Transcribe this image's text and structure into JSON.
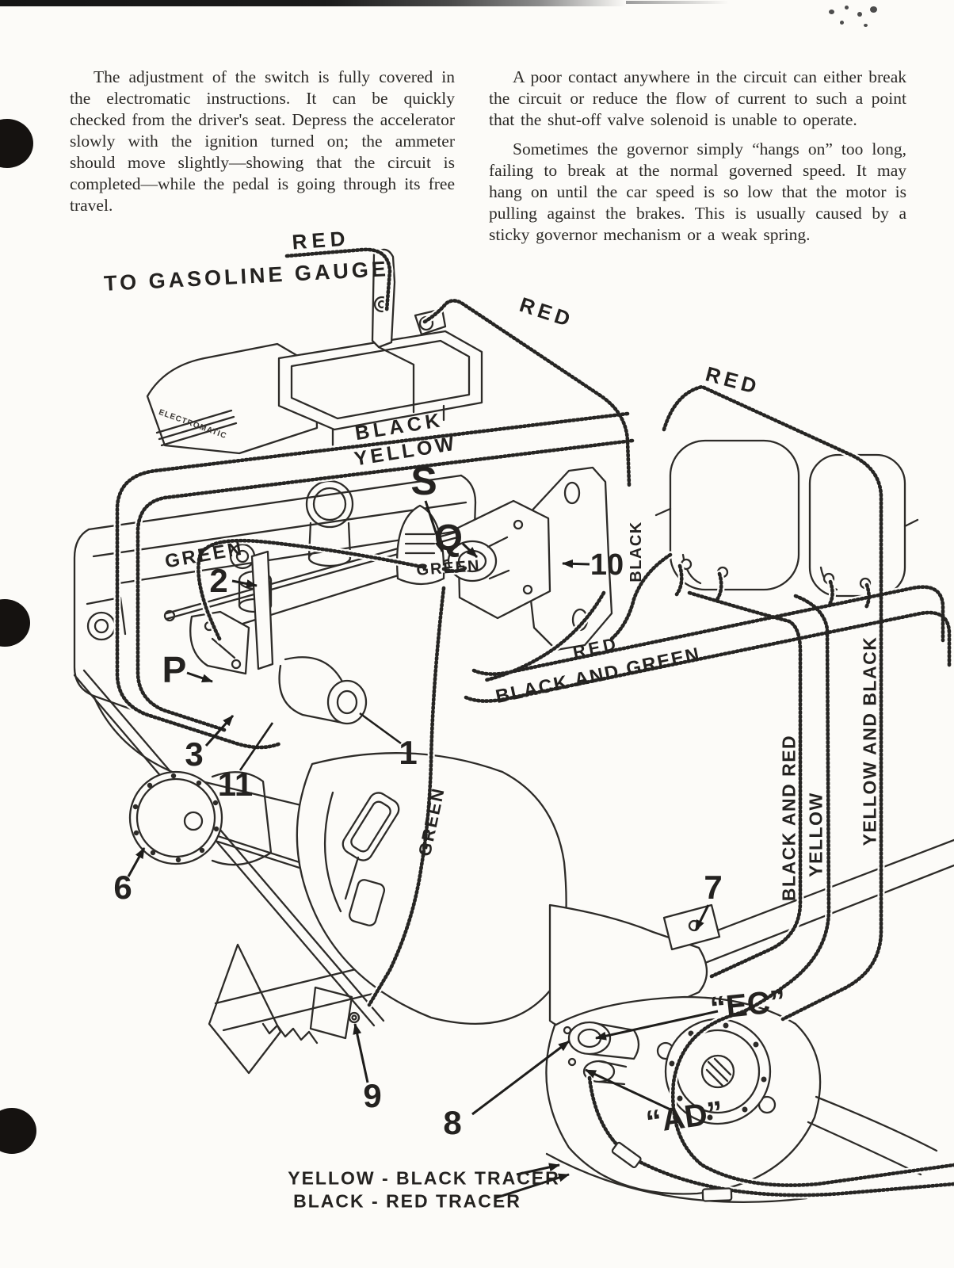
{
  "columns": {
    "left": {
      "p1": "The adjustment of the switch is fully covered in the electromatic instructions.  It can be quickly checked from the driver's seat.  Depress the accelerator slowly with the ignition turned on; the ammeter should move slightly—showing that the circuit is completed—while the pedal is going through its free travel."
    },
    "right": {
      "p1": "A poor contact anywhere in the circuit can either break the circuit or reduce the flow of current to such a point that the shut-off valve solenoid is unable to operate.",
      "p2": "Sometimes the governor simply “hangs on” too long, failing to break at the normal governed speed.  It may hang on until the car speed is so low that the motor is pulling against the brakes.  This is usually caused by a sticky governor mechanism or a weak spring."
    }
  },
  "diagram": {
    "labels": {
      "red_gauge": "RED",
      "to_gasoline_gauge": "TO GASOLINE GAUGE",
      "red_upper": "RED",
      "red_right": "RED",
      "black_top": "BLACK",
      "yellow_top": "YELLOW",
      "s": "S",
      "q": "Q",
      "green_left": "GREEN",
      "n2": "2",
      "green_governor": "GREEN",
      "n10": "10",
      "black_relay": "BLACK",
      "p": "P",
      "red_lower": "RED",
      "black_and_green": "BLACK AND GREEN",
      "n3": "3",
      "n11": "11",
      "n1": "1",
      "n6": "6",
      "green_down": "GREEN",
      "n7": "7",
      "black_and_red": "BLACK AND RED",
      "yellow_side": "YELLOW",
      "yellow_and_black": "YELLOW AND BLACK",
      "ec": "“EC”",
      "ad": "“AD”",
      "n8": "8",
      "n9": "9",
      "yellow_black_tracer": "YELLOW - BLACK TRACER",
      "black_red_tracer": "BLACK - RED TRACER",
      "electromatic": "ELECTROMATIC"
    }
  }
}
